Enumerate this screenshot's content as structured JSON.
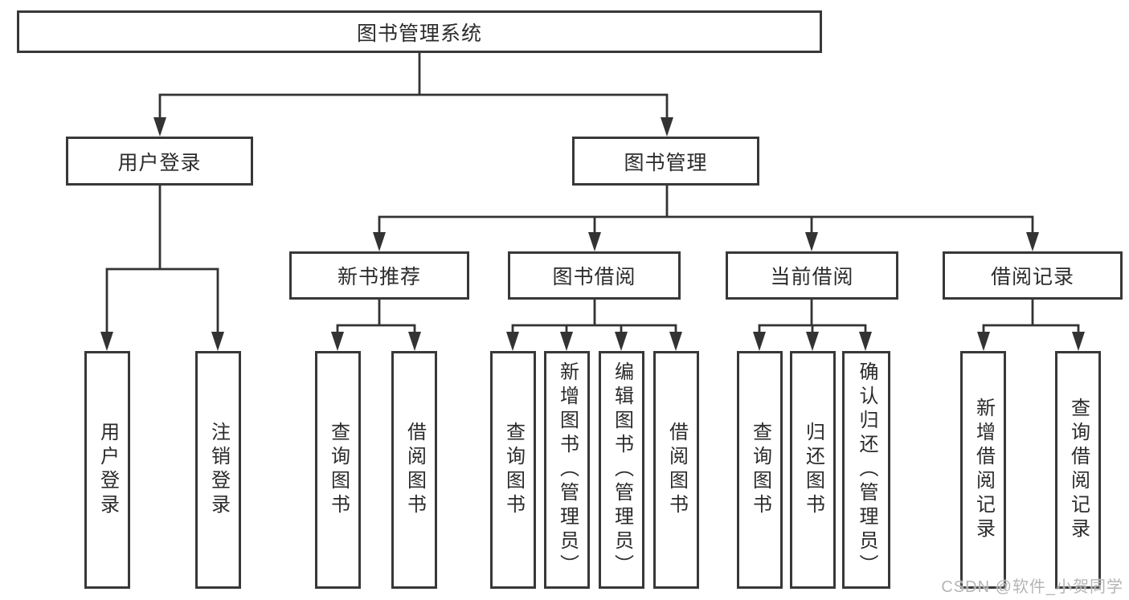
{
  "diagram": {
    "root": "图书管理系统",
    "branches": {
      "user_login": {
        "label": "用户登录",
        "children": [
          "用户登录",
          "注销登录"
        ]
      },
      "book_mgmt": {
        "label": "图书管理",
        "sections": [
          {
            "label": "新书推荐",
            "children": [
              "查询图书",
              "借阅图书"
            ]
          },
          {
            "label": "图书借阅",
            "children": [
              "查询图书",
              "新增图书（管理员）",
              "编辑图书（管理员）",
              "借阅图书"
            ]
          },
          {
            "label": "当前借阅",
            "children": [
              "查询图书",
              "归还图书",
              "确认归还（管理员）"
            ]
          },
          {
            "label": "借阅记录",
            "children": [
              "新增借阅记录",
              "查询借阅记录"
            ]
          }
        ]
      }
    },
    "watermark": "CSDN @软件_小贺同学",
    "colors": {
      "line": "#333333",
      "text": "#2b2b2b",
      "watermark": "#b5b5b5",
      "background": "#ffffff"
    }
  }
}
